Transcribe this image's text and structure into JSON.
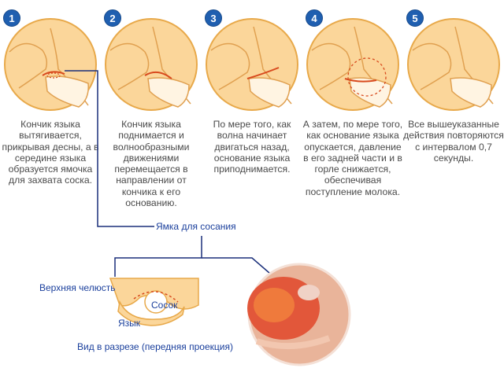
{
  "steps": [
    {
      "number": "1",
      "text": "Кончик языка вытягивается, прикрывая десны, а в середине языка образуется ямочка для захвата соска."
    },
    {
      "number": "2",
      "text": "Кончик языка поднимается и волнообразными движениями перемещается в направлении от кончика к его основанию."
    },
    {
      "number": "3",
      "text": "По мере того, как волна начинает двигаться назад, основание языка приподнимается."
    },
    {
      "number": "4",
      "text": "А затем, по мере того, как основание языка опускается, давление в его задней части и в горле снижается, обеспечивая поступление молока."
    },
    {
      "number": "5",
      "text": "Все вышеуказанные действия повторяются с интервалом 0,7 секунды."
    }
  ],
  "labels": {
    "sucking_pit": "Ямка для сосания",
    "upper_jaw": "Верхняя челюсть",
    "nipple": "Сосок",
    "tongue": "Язык",
    "section_view": "Вид в разрезе (передняя проекция)"
  },
  "colors": {
    "badge": "#1f5fb0",
    "circle_fill": "#fbd69a",
    "circle_stroke": "#e8a94a",
    "callout_line": "#1a2f7a",
    "label_text": "#1a3f9c"
  }
}
